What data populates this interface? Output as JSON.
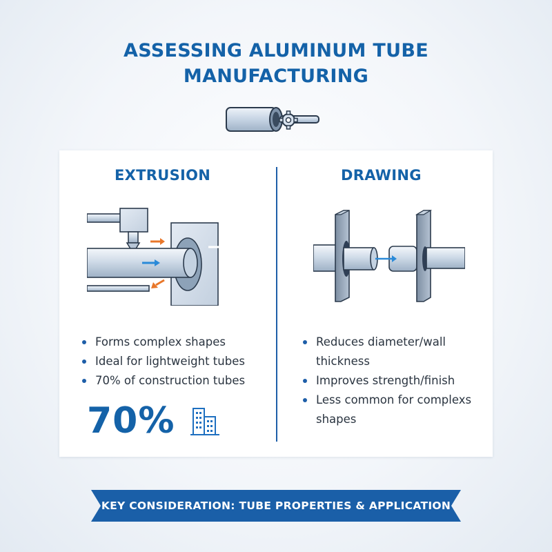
{
  "title": {
    "line1": "ASSESSING ALUMINUM TUBE",
    "line2": "MANUFACTURING"
  },
  "colors": {
    "accent": "#1462a8",
    "banner": "#1a5fa8",
    "arrow_orange": "#e8772a",
    "arrow_blue": "#2a8ad8",
    "metal": "#c9d7e6"
  },
  "extrusion": {
    "heading": "EXTRUSION",
    "bullets": [
      "Forms complex shapes",
      "Ideal for lightweight tubes",
      "70% of construction tubes"
    ],
    "stat": "70%",
    "stat_icon": "building-icon"
  },
  "drawing": {
    "heading": "DRAWING",
    "bullets": [
      "Reduces diameter/wall thickness",
      "Improves strength/finish",
      "Less common for complexs shapes"
    ]
  },
  "banner": {
    "text": "KEY CONSIDERATION: TUBE PROPERTIES & APPLICATION"
  }
}
